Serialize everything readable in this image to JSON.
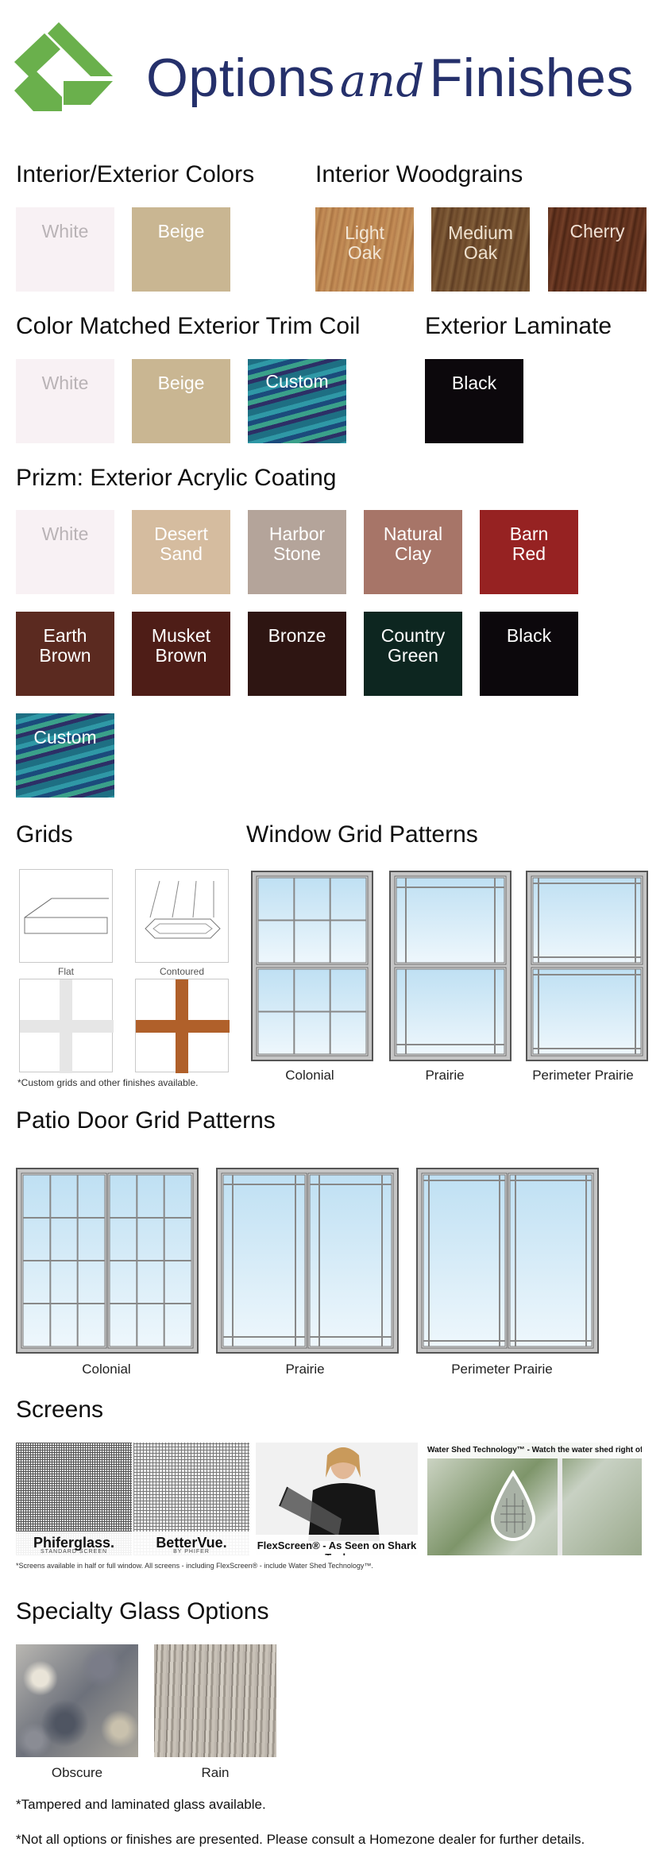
{
  "header": {
    "title_part1": "Options",
    "title_and": "and",
    "title_part2": "Finishes"
  },
  "colors": {
    "brand_navy": "#25306b",
    "logo_green": "#6ab04c"
  },
  "sections": {
    "int_ext_colors": {
      "title": "Interior/Exterior Colors",
      "swatches": [
        {
          "label": "White",
          "color": "#f8f1f4"
        },
        {
          "label": "Beige",
          "color": "#c9b692"
        }
      ]
    },
    "woodgrains": {
      "title": "Interior Woodgrains",
      "swatches": [
        {
          "label1": "Light",
          "label2": "Oak"
        },
        {
          "label1": "Medium",
          "label2": "Oak"
        },
        {
          "label": "Cherry"
        }
      ]
    },
    "trim_coil": {
      "title": "Color Matched Exterior Trim Coil",
      "swatches": [
        {
          "label": "White",
          "color": "#f8f1f4"
        },
        {
          "label": "Beige",
          "color": "#c9b692"
        },
        {
          "label": "Custom"
        }
      ]
    },
    "laminate": {
      "title": "Exterior Laminate",
      "swatches": [
        {
          "label": "Black",
          "color": "#0c080c"
        }
      ]
    },
    "prizm": {
      "title": "Prizm: Exterior Acrylic Coating",
      "swatches": [
        {
          "label1": "White",
          "label2": "",
          "color": "#f8f1f4"
        },
        {
          "label1": "Desert",
          "label2": "Sand",
          "color": "#d5bc9f"
        },
        {
          "label1": "Harbor",
          "label2": "Stone",
          "color": "#b4a49a"
        },
        {
          "label1": "Natural",
          "label2": "Clay",
          "color": "#a77568"
        },
        {
          "label1": "Barn",
          "label2": "Red",
          "color": "#962222"
        },
        {
          "label1": "Earth",
          "label2": "Brown",
          "color": "#5b2a20"
        },
        {
          "label1": "Musket",
          "label2": "Brown",
          "color": "#4e1d17"
        },
        {
          "label1": "Bronze",
          "label2": "",
          "color": "#2e1512"
        },
        {
          "label1": "Country",
          "label2": "Green",
          "color": "#0d2620"
        },
        {
          "label1": "Black",
          "label2": "",
          "color": "#0c080c"
        },
        {
          "label1": "Custom",
          "label2": ""
        }
      ]
    },
    "grids": {
      "title": "Grids",
      "items": [
        "Flat",
        "Contoured"
      ],
      "note": "*Custom grids and other finishes available."
    },
    "window_grid": {
      "title": "Window Grid Patterns",
      "captions": [
        "Colonial",
        "Prairie",
        "Perimeter Prairie"
      ]
    },
    "patio_grid": {
      "title": "Patio Door Grid Patterns",
      "captions": [
        "Colonial",
        "Prairie",
        "Perimeter Prairie"
      ]
    },
    "screens": {
      "title": "Screens",
      "phiferglass": "Phiferglass.",
      "phiferglass_sub": "STANDARD SCREEN",
      "bettervue": "BetterVue.",
      "bettervue_sub": "BY PHIFER",
      "flexscreen": "FlexScreen® - As Seen on Shark Tank",
      "watershed": "Water Shed Technology™ - Watch the water shed right off your screen!",
      "note": "*Screens available in half or full window. All screens - including FlexScreen® - include Water Shed Technology™."
    },
    "glass": {
      "title": "Specialty Glass Options",
      "items": [
        "Obscure",
        "Rain"
      ]
    }
  },
  "footer": {
    "note1": "*Tampered and laminated glass available.",
    "note2": "*Not all options or finishes are presented. Please consult a Homezone dealer for further details."
  }
}
